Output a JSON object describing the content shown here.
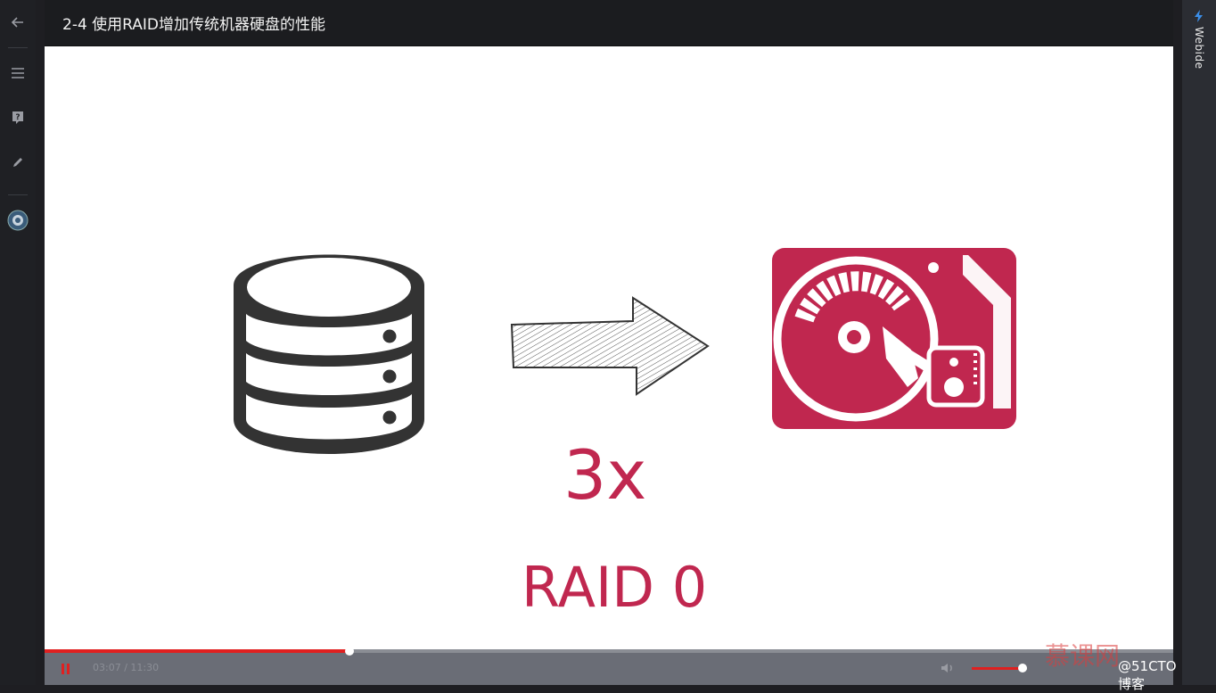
{
  "header": {
    "title": "2-4 使用RAID增加传统机器硬盘的性能"
  },
  "sidebar": {
    "items": [
      {
        "name": "back",
        "icon": "arrow-left-icon"
      },
      {
        "name": "menu",
        "icon": "hamburger-icon"
      },
      {
        "name": "help",
        "icon": "question-badge-icon"
      },
      {
        "name": "notes",
        "icon": "pencil-icon"
      },
      {
        "name": "avatar",
        "icon": "avatar-icon"
      }
    ]
  },
  "right_panel": {
    "tab_label": "Webide",
    "icon": "lightning-icon"
  },
  "slide": {
    "multiplier": "3x",
    "caption": "RAID 0",
    "accent_color": "#c0274f",
    "database_color": "#333333"
  },
  "player": {
    "time": "03:07 / 11:30",
    "progress": 0.27,
    "volume": 0.92,
    "progress_color": "#e02020"
  },
  "watermark": {
    "logo": "慕课网",
    "text": "@51CTO博客"
  }
}
